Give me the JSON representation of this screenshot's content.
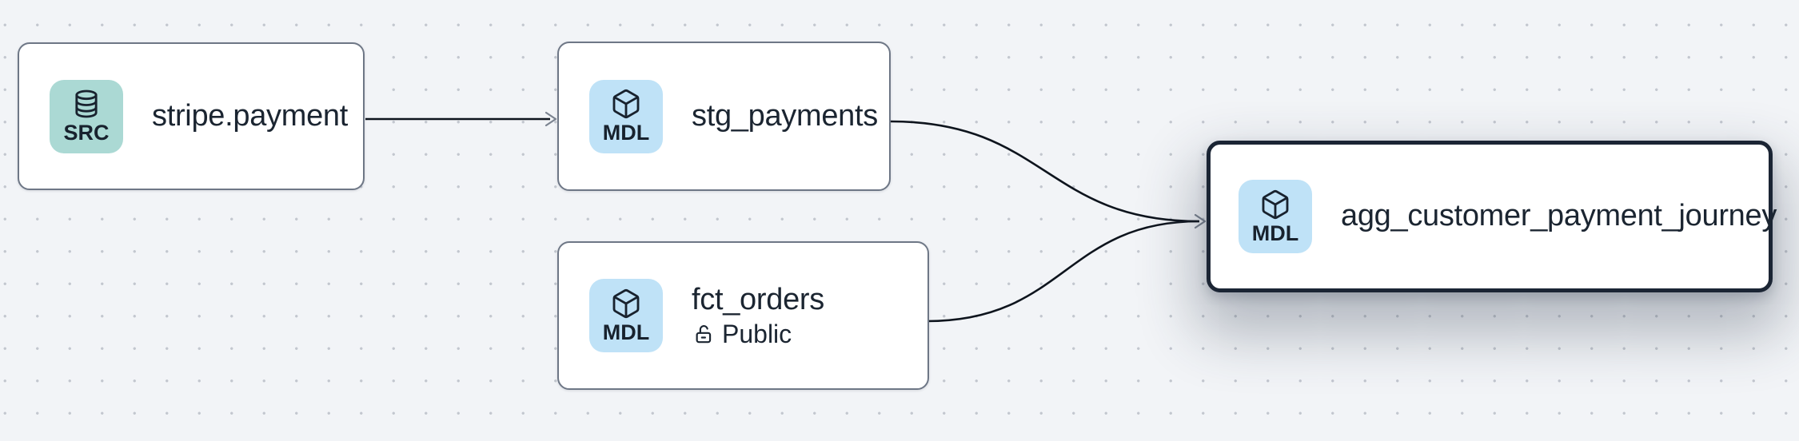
{
  "app": {
    "view": "data-lineage-graph"
  },
  "canvas": {
    "background_color": "#f2f4f7",
    "dot_color": "#c3c7cf",
    "node_border_color": "#6e7786",
    "selected_border_color": "#1b2534",
    "edge_color": "#0e141d",
    "arrowhead_color": "#7b8390",
    "src_badge_color": "#abd9d4",
    "mdl_badge_color": "#bfe2f7"
  },
  "nodes": [
    {
      "id": "stripe.payment",
      "title": "stripe.payment",
      "badge": "SRC",
      "icon": "database-icon",
      "selected": false
    },
    {
      "id": "stg_payments",
      "title": "stg_payments",
      "badge": "MDL",
      "icon": "cube-icon",
      "selected": false
    },
    {
      "id": "fct_orders",
      "title": "fct_orders",
      "badge": "MDL",
      "icon": "cube-icon",
      "access_label": "Public",
      "selected": false
    },
    {
      "id": "agg_customer_payment_journey",
      "title": "agg_customer_payment_journey",
      "badge": "MDL",
      "icon": "cube-icon",
      "selected": true
    }
  ],
  "edges": [
    {
      "from": "stripe.payment",
      "to": "stg_payments"
    },
    {
      "from": "stg_payments",
      "to": "agg_customer_payment_journey"
    },
    {
      "from": "fct_orders",
      "to": "agg_customer_payment_journey"
    }
  ]
}
